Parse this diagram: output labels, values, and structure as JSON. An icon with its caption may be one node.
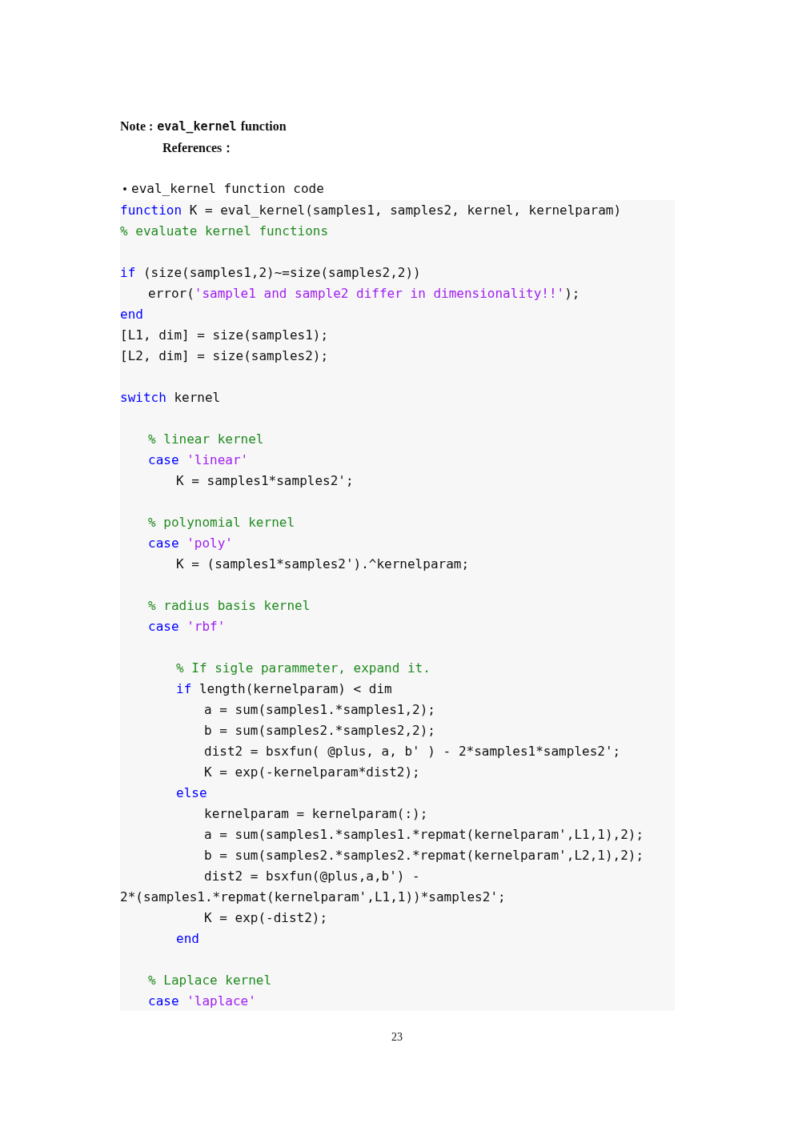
{
  "diagram": {
    "labels": [
      "Note :",
      "eval_kernel",
      "function",
      "References：",
      "eval_kernel function code",
      "function K = eval_kernel(samples1, samples2, kernel, kernelparam)",
      "% evaluate kernel functions",
      "if (size(samples1,2)~=size(samples2,2))",
      "error('sample1 and sample2 differ in dimensionality!!');",
      "end",
      "[L1, dim] = size(samples1);",
      "[L2, dim] = size(samples2);",
      "switch kernel",
      "% linear kernel",
      "case 'linear'",
      "K = samples1*samples2';",
      "% polynomial kernel",
      "case 'poly'",
      "K = (samples1*samples2').^kernelparam;",
      "% radius basis kernel",
      "case 'rbf'",
      "% If sigle parammeter, expand it.",
      "if length(kernelparam) < dim",
      "a = sum(samples1.*samples1,2);",
      "b = sum(samples2.*samples2,2);",
      "dist2 = bsxfun( @plus, a, b' ) - 2*samples1*samples2';",
      "K = exp(-kernelparam*dist2);",
      "else",
      "kernelparam = kernelparam(:);",
      "a = sum(samples1.*samples1.*repmat(kernelparam',L1,1),2);",
      "b = sum(samples2.*samples2.*repmat(kernelparam',L2,1),2);",
      "dist2 = bsxfun(@plus,a,b') -",
      "2*(samples1.*repmat(kernelparam',L1,1))*samples2';",
      "K = exp(-dist2);",
      "end",
      "% Laplace kernel",
      "case 'laplace'",
      "23"
    ]
  }
}
